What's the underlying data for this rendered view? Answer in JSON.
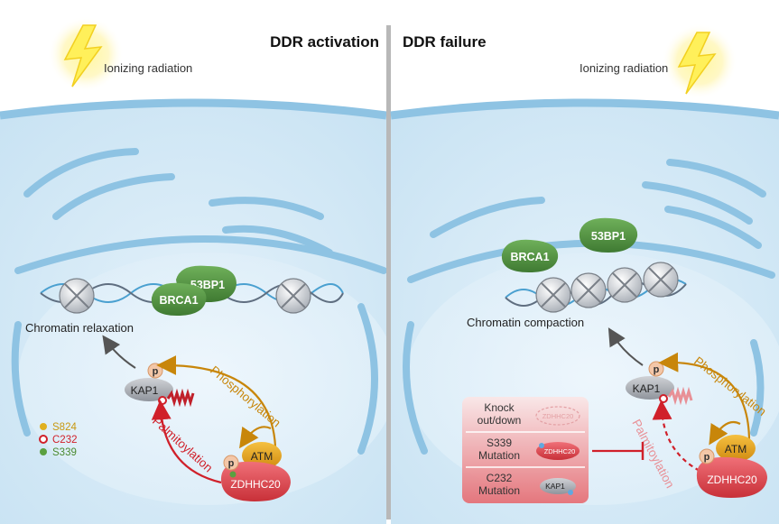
{
  "left": {
    "title": "DDR activation",
    "radiation_label": "Ionizing radiation",
    "proteins": {
      "p53bp1": "53BP1",
      "brca1": "BRCA1",
      "kap1": "KAP1",
      "atm": "ATM",
      "zdhhc20": "ZDHHC20",
      "phospho_mark": "p"
    },
    "chromatin_label": "Chromatin relaxation",
    "arrows": {
      "phosphorylation": "Phosphorylation",
      "palmitoylation": "Palmitoylation"
    },
    "legend": [
      {
        "label": "S824",
        "color": "#e0b020"
      },
      {
        "label": "C232",
        "color": "#d0202a"
      },
      {
        "label": "S339",
        "color": "#5aa040"
      }
    ]
  },
  "right": {
    "title": "DDR failure",
    "radiation_label": "Ionizing radiation",
    "proteins": {
      "p53bp1": "53BP1",
      "brca1": "BRCA1",
      "kap1": "KAP1",
      "atm": "ATM",
      "zdhhc20": "ZDHHC20",
      "phospho_mark": "p"
    },
    "chromatin_label": "Chromatin compaction",
    "arrows": {
      "phosphorylation": "Phosphorylation",
      "palmitoylation": "Palmitoylation"
    },
    "conditions": [
      {
        "line1": "Knock",
        "line2": "out/down",
        "icon_label": "ZDHHC20"
      },
      {
        "line1": "S339",
        "line2": "Mutation",
        "icon_label": "ZDHHC20"
      },
      {
        "line1": "C232",
        "line2": "Mutation",
        "icon_label": "KAP1"
      }
    ]
  },
  "colors": {
    "phosphorylation": "#c8860a",
    "palmitoylation": "#d0202a",
    "nucleus": "#cfe6f4",
    "membrane": "#8ec3e3",
    "brca_green": "#4f8f3f",
    "atm_orange": "#e0a020",
    "zdhhc_red": "#d8404a"
  }
}
